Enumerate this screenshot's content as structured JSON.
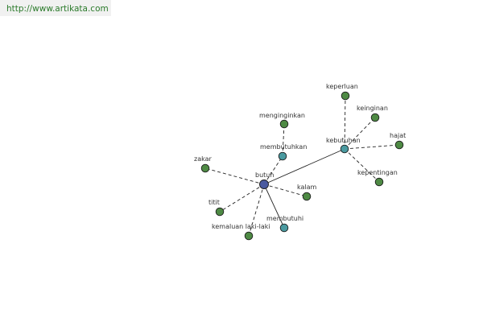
{
  "source": {
    "url_text": "http://www.artikata.com"
  },
  "colors": {
    "center": "#4a5aa0",
    "hub": "#4a9aa0",
    "leaf": "#4e8a44",
    "edge": "#222222",
    "link_text": "#2a7a2a"
  },
  "graph": {
    "nodes": [
      {
        "id": "butuh",
        "label": "butuh",
        "kind": "center"
      },
      {
        "id": "kebutuhan",
        "label": "kebutuhan",
        "kind": "hub"
      },
      {
        "id": "membutuhkan",
        "label": "membutuhkan",
        "kind": "hub"
      },
      {
        "id": "membutuhi",
        "label": "membutuhi",
        "kind": "hub"
      },
      {
        "id": "menginginkan",
        "label": "menginginkan",
        "kind": "leaf"
      },
      {
        "id": "zakar",
        "label": "zakar",
        "kind": "leaf"
      },
      {
        "id": "titit",
        "label": "titit",
        "kind": "leaf"
      },
      {
        "id": "kemaluan-laki-laki",
        "label": "kemaluan laki-laki",
        "kind": "leaf"
      },
      {
        "id": "kalam",
        "label": "kalam",
        "kind": "leaf"
      },
      {
        "id": "keperluan",
        "label": "keperluan",
        "kind": "leaf"
      },
      {
        "id": "keinginan",
        "label": "keinginan",
        "kind": "leaf"
      },
      {
        "id": "hajat",
        "label": "hajat",
        "kind": "leaf"
      },
      {
        "id": "kepentingan",
        "label": "kepentingan",
        "kind": "leaf"
      }
    ],
    "edges": [
      {
        "from": "butuh",
        "to": "kebutuhan",
        "style": "solid"
      },
      {
        "from": "butuh",
        "to": "membutuhi",
        "style": "solid"
      },
      {
        "from": "butuh",
        "to": "membutuhkan",
        "style": "dashed"
      },
      {
        "from": "membutuhkan",
        "to": "menginginkan",
        "style": "dashed"
      },
      {
        "from": "butuh",
        "to": "zakar",
        "style": "dashed"
      },
      {
        "from": "butuh",
        "to": "titit",
        "style": "dashed"
      },
      {
        "from": "butuh",
        "to": "kemaluan-laki-laki",
        "style": "dashed"
      },
      {
        "from": "butuh",
        "to": "kalam",
        "style": "dashed"
      },
      {
        "from": "kebutuhan",
        "to": "keperluan",
        "style": "dashed"
      },
      {
        "from": "kebutuhan",
        "to": "keinginan",
        "style": "dashed"
      },
      {
        "from": "kebutuhan",
        "to": "hajat",
        "style": "dashed"
      },
      {
        "from": "kebutuhan",
        "to": "kepentingan",
        "style": "dashed"
      }
    ]
  }
}
